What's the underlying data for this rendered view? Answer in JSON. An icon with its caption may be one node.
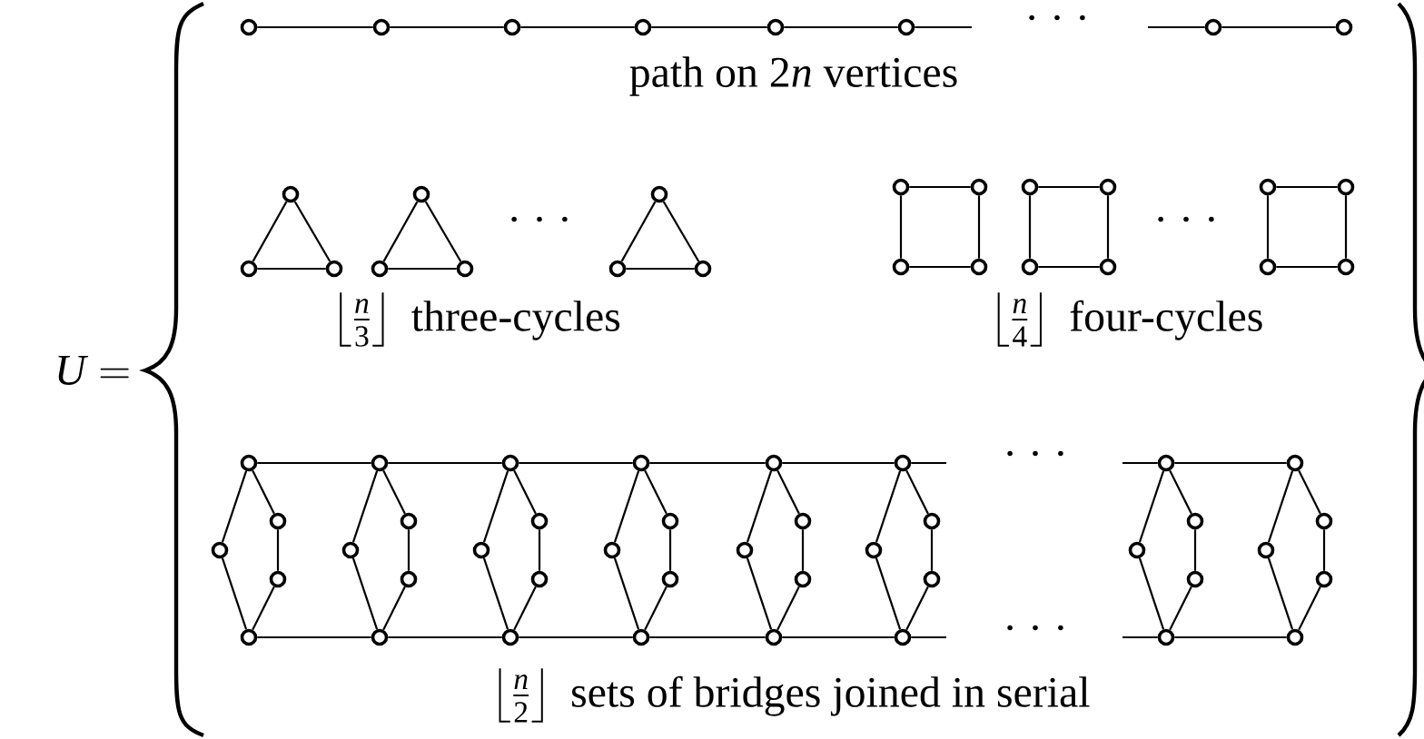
{
  "diagram": {
    "nodes": [
      {
        "text": [],
        "shape": "circle"
      },
      {
        "text": [],
        "shape": "circle"
      },
      {
        "text": [],
        "shape": "circle"
      },
      {
        "text": [],
        "shape": "circle"
      },
      {
        "text": [],
        "shape": "circle"
      },
      {
        "text": [],
        "shape": "circle"
      },
      {
        "text": [],
        "shape": "circle"
      },
      {
        "text": [],
        "shape": "circle"
      },
      {
        "text": [],
        "shape": "circle"
      },
      {
        "text": [],
        "shape": "circle"
      },
      {
        "text": [],
        "shape": "circle"
      },
      {
        "text": [],
        "shape": "circle"
      },
      {
        "text": [],
        "shape": "circle"
      },
      {
        "text": [],
        "shape": "circle"
      },
      {
        "text": [],
        "shape": "circle"
      },
      {
        "text": [],
        "shape": "circle"
      },
      {
        "text": [],
        "shape": "circle"
      },
      {
        "text": [],
        "shape": "circle"
      },
      {
        "text": [],
        "shape": "circle"
      },
      {
        "text": [],
        "shape": "circle"
      },
      {
        "text": [],
        "shape": "circle"
      },
      {
        "text": [],
        "shape": "circle"
      },
      {
        "text": [],
        "shape": "circle"
      },
      {
        "text": [],
        "shape": "circle"
      },
      {
        "text": [],
        "shape": "circle"
      },
      {
        "text": [],
        "shape": "circle"
      },
      {
        "text": [],
        "shape": "circle"
      },
      {
        "text": [],
        "shape": "circle"
      },
      {
        "text": [],
        "shape": "circle"
      },
      {
        "text": [],
        "shape": "circle"
      },
      {
        "text": [],
        "shape": "circle"
      },
      {
        "text": [],
        "shape": "circle"
      },
      {
        "text": [],
        "shape": "circle"
      },
      {
        "text": [],
        "shape": "circle"
      },
      {
        "text": [],
        "shape": "circle"
      },
      {
        "text": [],
        "shape": "circle"
      },
      {
        "text": [],
        "shape": "circle"
      },
      {
        "text": [],
        "shape": "circle"
      },
      {
        "text": [],
        "shape": "circle"
      },
      {
        "text": [],
        "shape": "circle"
      },
      {
        "text": [],
        "shape": "circle"
      },
      {
        "text": [],
        "shape": "circle"
      },
      {
        "text": [],
        "shape": "circle"
      },
      {
        "text": [],
        "shape": "circle"
      },
      {
        "text": [],
        "shape": "circle"
      },
      {
        "text": [],
        "shape": "circle"
      },
      {
        "text": [],
        "shape": "circle"
      },
      {
        "text": [],
        "shape": "circle"
      },
      {
        "text": [],
        "shape": "circle"
      },
      {
        "text": [],
        "shape": "circle"
      },
      {
        "text": [],
        "shape": "circle"
      },
      {
        "text": [],
        "shape": "circle"
      },
      {
        "text": [],
        "shape": "circle"
      },
      {
        "text": [],
        "shape": "circle"
      },
      {
        "text": [],
        "shape": "circle"
      },
      {
        "text": [],
        "shape": "circle"
      },
      {
        "text": [],
        "shape": "circle"
      },
      {
        "text": [],
        "shape": "circle"
      },
      {
        "text": [],
        "shape": "circle"
      },
      {
        "text": [],
        "shape": "circle"
      },
      {
        "text": [],
        "shape": "circle"
      },
      {
        "text": [],
        "shape": "circle"
      },
      {
        "text": [],
        "shape": "circle"
      },
      {
        "text": [],
        "shape": "circle"
      },
      {
        "text": [],
        "shape": "circle"
      },
      {
        "text": [],
        "shape": "circle"
      },
      {
        "text": [],
        "shape": "circle"
      },
      {
        "text": [],
        "shape": "circle"
      },
      {
        "text": [],
        "shape": "circle"
      }
    ],
    "edges": [
      {
        "from": 0,
        "to": 1,
        "arrow": "none"
      },
      {
        "from": 1,
        "to": 2,
        "arrow": "none"
      },
      {
        "from": 2,
        "to": 3,
        "arrow": "none"
      },
      {
        "from": 3,
        "to": 4,
        "arrow": "none"
      },
      {
        "from": 4,
        "to": 5,
        "arrow": "none"
      },
      {
        "from": 5,
        "to": null,
        "arrow": "none"
      },
      {
        "from": null,
        "to": 6,
        "arrow": "none"
      },
      {
        "from": 6,
        "to": 7,
        "arrow": "none"
      },
      {
        "from": 8,
        "to": 9,
        "arrow": "none"
      },
      {
        "from": 9,
        "to": 10,
        "arrow": "none"
      },
      {
        "from": 10,
        "to": 8,
        "arrow": "none"
      },
      {
        "from": 11,
        "to": 12,
        "arrow": "none"
      },
      {
        "from": 12,
        "to": 13,
        "arrow": "none"
      },
      {
        "from": 13,
        "to": 11,
        "arrow": "none"
      },
      {
        "from": 14,
        "to": 15,
        "arrow": "none"
      },
      {
        "from": 15,
        "to": 16,
        "arrow": "none"
      },
      {
        "from": 16,
        "to": 14,
        "arrow": "none"
      },
      {
        "from": 17,
        "to": 18,
        "arrow": "none"
      },
      {
        "from": 18,
        "to": 20,
        "arrow": "none"
      },
      {
        "from": 20,
        "to": 19,
        "arrow": "none"
      },
      {
        "from": 19,
        "to": 17,
        "arrow": "none"
      },
      {
        "from": 21,
        "to": 22,
        "arrow": "none"
      },
      {
        "from": 22,
        "to": 24,
        "arrow": "none"
      },
      {
        "from": 24,
        "to": 23,
        "arrow": "none"
      },
      {
        "from": 23,
        "to": 21,
        "arrow": "none"
      },
      {
        "from": 25,
        "to": 26,
        "arrow": "none"
      },
      {
        "from": 26,
        "to": 28,
        "arrow": "none"
      },
      {
        "from": 28,
        "to": 27,
        "arrow": "none"
      },
      {
        "from": 27,
        "to": 25,
        "arrow": "none"
      },
      {
        "from": 29,
        "to": 30,
        "arrow": "none"
      },
      {
        "from": 29,
        "to": 31,
        "arrow": "none"
      },
      {
        "from": 31,
        "to": 32,
        "arrow": "none"
      },
      {
        "from": 30,
        "to": 33,
        "arrow": "none"
      },
      {
        "from": 32,
        "to": 33,
        "arrow": "none"
      },
      {
        "from": 34,
        "to": 35,
        "arrow": "none"
      },
      {
        "from": 34,
        "to": 36,
        "arrow": "none"
      },
      {
        "from": 36,
        "to": 37,
        "arrow": "none"
      },
      {
        "from": 35,
        "to": 38,
        "arrow": "none"
      },
      {
        "from": 37,
        "to": 38,
        "arrow": "none"
      },
      {
        "from": 39,
        "to": 40,
        "arrow": "none"
      },
      {
        "from": 39,
        "to": 41,
        "arrow": "none"
      },
      {
        "from": 41,
        "to": 42,
        "arrow": "none"
      },
      {
        "from": 40,
        "to": 43,
        "arrow": "none"
      },
      {
        "from": 42,
        "to": 43,
        "arrow": "none"
      },
      {
        "from": 44,
        "to": 45,
        "arrow": "none"
      },
      {
        "from": 44,
        "to": 46,
        "arrow": "none"
      },
      {
        "from": 46,
        "to": 47,
        "arrow": "none"
      },
      {
        "from": 45,
        "to": 48,
        "arrow": "none"
      },
      {
        "from": 47,
        "to": 48,
        "arrow": "none"
      },
      {
        "from": 49,
        "to": 50,
        "arrow": "none"
      },
      {
        "from": 49,
        "to": 51,
        "arrow": "none"
      },
      {
        "from": 51,
        "to": 52,
        "arrow": "none"
      },
      {
        "from": 50,
        "to": 53,
        "arrow": "none"
      },
      {
        "from": 52,
        "to": 53,
        "arrow": "none"
      },
      {
        "from": 54,
        "to": 55,
        "arrow": "none"
      },
      {
        "from": 54,
        "to": 56,
        "arrow": "none"
      },
      {
        "from": 56,
        "to": 57,
        "arrow": "none"
      },
      {
        "from": 55,
        "to": 58,
        "arrow": "none"
      },
      {
        "from": 57,
        "to": 58,
        "arrow": "none"
      },
      {
        "from": 59,
        "to": 60,
        "arrow": "none"
      },
      {
        "from": 59,
        "to": 61,
        "arrow": "none"
      },
      {
        "from": 61,
        "to": 62,
        "arrow": "none"
      },
      {
        "from": 60,
        "to": 63,
        "arrow": "none"
      },
      {
        "from": 62,
        "to": 63,
        "arrow": "none"
      },
      {
        "from": 64,
        "to": 65,
        "arrow": "none"
      },
      {
        "from": 64,
        "to": 66,
        "arrow": "none"
      },
      {
        "from": 66,
        "to": 67,
        "arrow": "none"
      },
      {
        "from": 65,
        "to": 68,
        "arrow": "none"
      },
      {
        "from": 67,
        "to": 68,
        "arrow": "none"
      },
      {
        "from": 29,
        "to": 34,
        "arrow": "none"
      },
      {
        "from": 34,
        "to": 39,
        "arrow": "none"
      },
      {
        "from": 39,
        "to": 44,
        "arrow": "none"
      },
      {
        "from": 44,
        "to": 49,
        "arrow": "none"
      },
      {
        "from": 49,
        "to": 54,
        "arrow": "none"
      },
      {
        "from": 54,
        "to": null,
        "arrow": "none"
      },
      {
        "from": null,
        "to": 59,
        "arrow": "none"
      },
      {
        "from": 59,
        "to": 64,
        "arrow": "none"
      },
      {
        "from": 33,
        "to": 38,
        "arrow": "none"
      },
      {
        "from": 38,
        "to": 43,
        "arrow": "none"
      },
      {
        "from": 43,
        "to": 48,
        "arrow": "none"
      },
      {
        "from": 48,
        "to": 53,
        "arrow": "none"
      },
      {
        "from": 53,
        "to": 58,
        "arrow": "none"
      },
      {
        "from": 58,
        "to": null,
        "arrow": "none"
      },
      {
        "from": null,
        "to": 63,
        "arrow": "none"
      },
      {
        "from": 63,
        "to": 68,
        "arrow": "none"
      }
    ],
    "labels": [
      "· · ·",
      "\\text{path on }2n\\text{ vertices}",
      "· · ·",
      "· · ·",
      "\\left\\lfloor \\frac{n}{3} \\right\\rfloor \\text{ three-cycles}",
      "\\left\\lfloor \\frac{n}{4} \\right\\rfloor \\text{ four-cycles}",
      "U =",
      "· · ·",
      "· · ·",
      "\\left\\lfloor \\frac{n}{2} \\right\\rfloor \\text{ sets of bridges joined in serial}"
    ]
  }
}
